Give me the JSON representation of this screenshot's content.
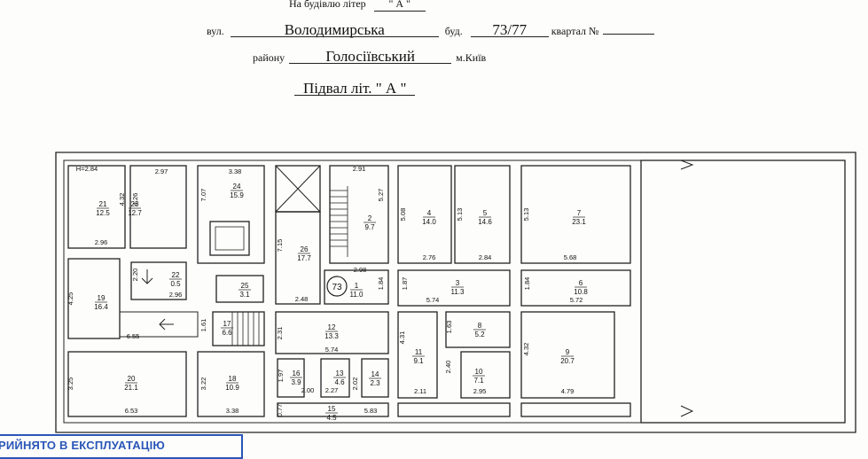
{
  "header": {
    "line1_label": "На будівлю літер",
    "letter_value": "\" А \"",
    "street_label": "вул.",
    "street_value": "Володимирська",
    "building_label": "буд.",
    "building_value": "73/77",
    "quarter_label": "квартал №",
    "quarter_value": "",
    "district_label": "району",
    "district_value": "Голосіївський",
    "city_label": "м.Київ",
    "floor_title": "Підвал  літ. \" А \""
  },
  "plan": {
    "building_number": "73",
    "rooms": [
      {
        "num": "21",
        "area": "12.5"
      },
      {
        "num": "23",
        "area": "12.7"
      },
      {
        "num": "24",
        "area": "15.9"
      },
      {
        "num": "26",
        "area": "17.7"
      },
      {
        "num": "2",
        "area": "9.7"
      },
      {
        "num": "4",
        "area": "14.0"
      },
      {
        "num": "5",
        "area": "14.6"
      },
      {
        "num": "7",
        "area": "23.1"
      },
      {
        "num": "19",
        "area": "16.4"
      },
      {
        "num": "22",
        "area": "0.5"
      },
      {
        "num": "25",
        "area": "3.1"
      },
      {
        "num": "1",
        "area": "11.0"
      },
      {
        "num": "3",
        "area": "11.3"
      },
      {
        "num": "6",
        "area": "10.8"
      },
      {
        "num": "17",
        "area": "6.6"
      },
      {
        "num": "12",
        "area": "13.3"
      },
      {
        "num": "8",
        "area": "5.2"
      },
      {
        "num": "9",
        "area": "20.7"
      },
      {
        "num": "11",
        "area": "9.1"
      },
      {
        "num": "10",
        "area": "7.1"
      },
      {
        "num": "20",
        "area": "21.1"
      },
      {
        "num": "18",
        "area": "10.9"
      },
      {
        "num": "16",
        "area": "3.9"
      },
      {
        "num": "13",
        "area": "4.6"
      },
      {
        "num": "14",
        "area": "2.3"
      },
      {
        "num": "15",
        "area": "4.5"
      }
    ],
    "dimensions": [
      "H=2.84",
      "4.32",
      "2.97",
      "4.26",
      "3.38",
      "7.07",
      "2.91",
      "5.27",
      "7.15",
      "5.08",
      "5.13",
      "5.13",
      "2.96",
      "2.20",
      "2.96",
      "2.98",
      "2.76",
      "2.84",
      "5.68",
      "4.25",
      "1.84",
      "1.87",
      "1.84",
      "2.48",
      "5.74",
      "5.72",
      "6.55",
      "1.61",
      "2.31",
      "1.63",
      "4.31",
      "4.32",
      "5.74",
      "3.25",
      "3.22",
      "1.97",
      "2.02",
      "2.40",
      "2.00",
      "2.27",
      "2.11",
      "2.95",
      "4.79",
      "6.53",
      "3.38",
      "0.77",
      "5.83"
    ]
  },
  "stamp": {
    "text": "РИЙНЯТО В ЕКСПЛУАТАЦІЮ"
  }
}
